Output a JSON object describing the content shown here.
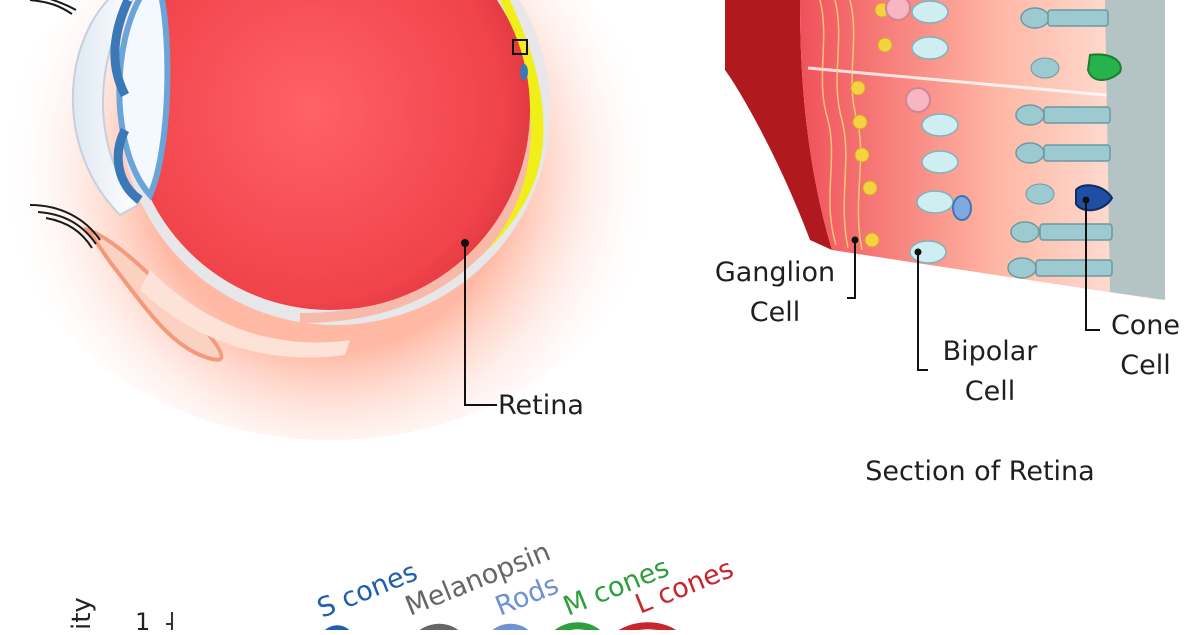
{
  "diagram": {
    "eye_labels": {
      "retina": "Retina"
    },
    "section": {
      "title": "Section of Retina",
      "ganglion_cell": [
        "Ganglion",
        "Cell"
      ],
      "bipolar_cell": [
        "Bipolar",
        "Cell"
      ],
      "cone_cell": [
        "Cone",
        "Cell"
      ]
    },
    "spectral": {
      "y_tick": "1",
      "y_axis_fragment": "ity",
      "curves": [
        {
          "name": "S cones",
          "color": "#1f5fae"
        },
        {
          "name": "Melanopsin",
          "color": "#666666"
        },
        {
          "name": "Rods",
          "color": "#6e93cf"
        },
        {
          "name": "M cones",
          "color": "#2e9e3e"
        },
        {
          "name": "L cones",
          "color": "#c9252c"
        }
      ]
    }
  }
}
